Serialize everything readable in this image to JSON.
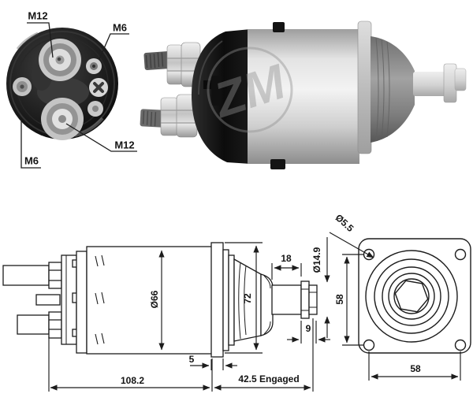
{
  "end_view": {
    "label_m12_top": "M12",
    "label_m6_top": "M6",
    "label_m12_bottom": "M12",
    "label_m6_bottom": "M6"
  },
  "photo": {
    "watermark_text": "ZM"
  },
  "side_view": {
    "dim_body_diameter": "Ø66",
    "dim_overall_length": "108.2",
    "dim_flange_thickness": "5",
    "dim_bell_diameter": "72",
    "dim_plunger_travel": "18",
    "dim_plunger_tip_diameter": "Ø14.9",
    "dim_tip_width": "9",
    "dim_engaged": "42.5 Engaged"
  },
  "flange_view": {
    "dim_hole_diameter": "Ø5.5",
    "dim_hole_spacing_vertical": "58",
    "dim_hole_spacing_horizontal": "58"
  },
  "colors": {
    "line": "#1c1c1c",
    "cap_black": "#101010",
    "metal_light": "#ececec",
    "metal_mid": "#b5b5b5",
    "metal_dark": "#6e6e6e",
    "watermark_gray": "#8f8f8f"
  }
}
